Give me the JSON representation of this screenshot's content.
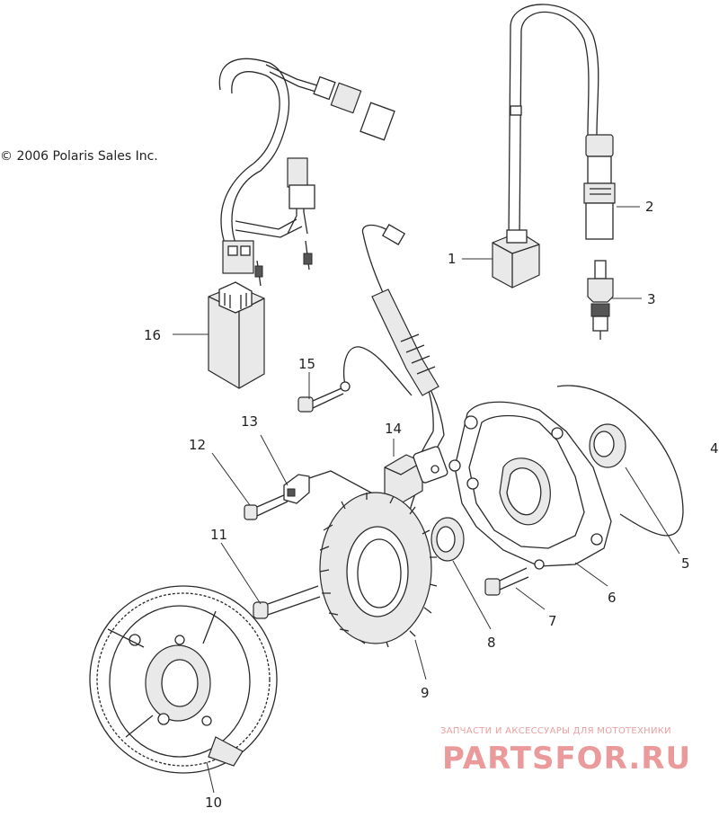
{
  "copyright": "© 2006 Polaris Sales Inc.",
  "watermark": {
    "caption": "ЗАПЧАСТИ И АКСЕССУАРЫ ДЛЯ МОТОТЕХНИКИ",
    "site": "PARTSFOR.RU",
    "color": "#ea9a9a"
  },
  "callouts": [
    "1",
    "2",
    "3",
    "4",
    "5",
    "6",
    "7",
    "8",
    "9",
    "10",
    "11",
    "12",
    "13",
    "14",
    "15",
    "16"
  ]
}
